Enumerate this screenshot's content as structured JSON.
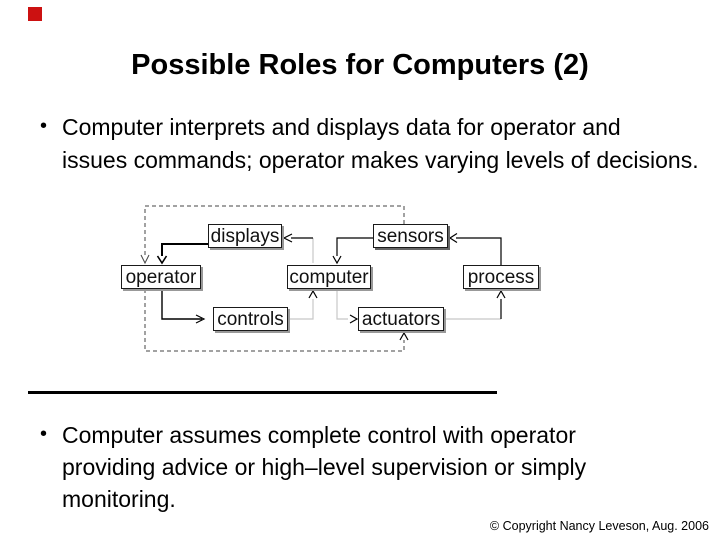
{
  "title": {
    "text": "Possible Roles for Computers (2)"
  },
  "decoration": {
    "red_square_color": "#cc1111"
  },
  "bullets": {
    "marker": "•",
    "first": [
      "Computer interprets and displays data for operator and",
      "issues commands; operator makes varying levels of decisions."
    ],
    "second": [
      "Computer assumes complete control with operator",
      "providing advice or high–level supervision or simply",
      "monitoring."
    ]
  },
  "diagram": {
    "boxes": {
      "displays": "displays",
      "sensors": "sensors",
      "operator": "operator",
      "computer": "computer",
      "process": "process",
      "controls": "controls",
      "actuators": "actuators"
    },
    "line_colors": {
      "solid": "#000000",
      "faint": "#c8c8c8",
      "dashed": "#444444"
    }
  },
  "footer": {
    "copyright": "© Copyright Nancy Leveson, Aug. 2006"
  }
}
